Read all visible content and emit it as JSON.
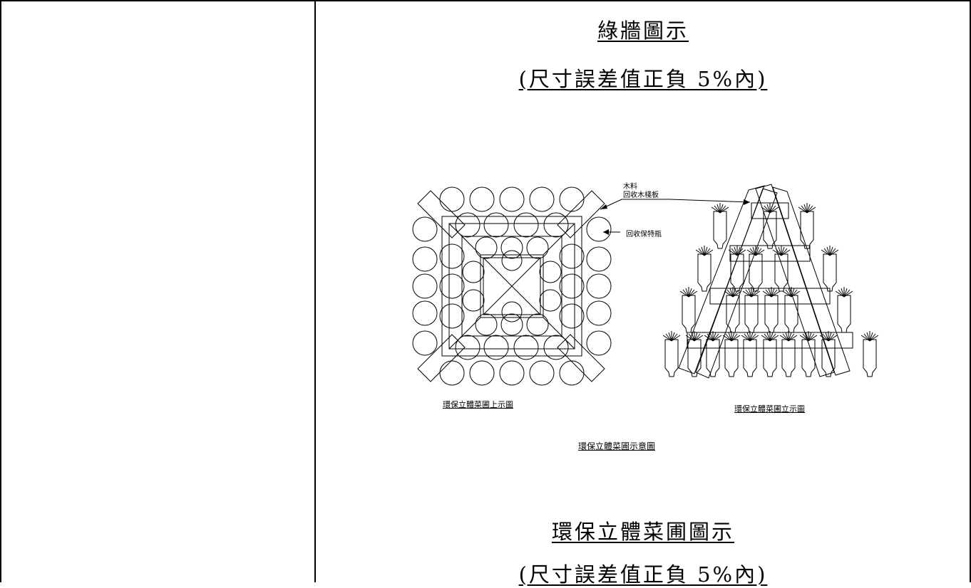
{
  "green_wall": {
    "title": "綠牆圖示",
    "tolerance": "(尺寸誤差值正負 5%內)"
  },
  "vertical_garden": {
    "diagram": {
      "label_wood": "木料",
      "label_pallet": "回收木棧板",
      "label_bottle": "回收保特瓶",
      "caption_top_view": "環保立體菜圃上示圖",
      "caption_elevation": "環保立體菜圃立示圖",
      "caption_overall": "環保立體菜圃示意圖"
    },
    "title": "環保立體菜圃圖示",
    "tolerance": "(尺寸誤差值正負 5%內)"
  }
}
